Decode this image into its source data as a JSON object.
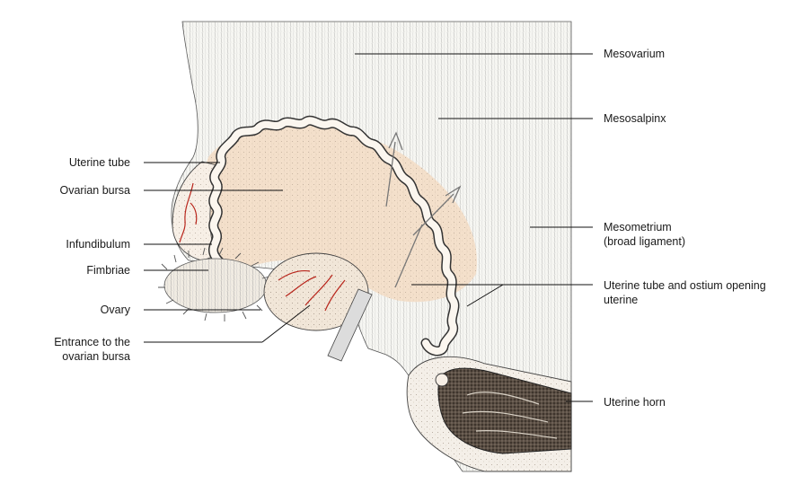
{
  "labels": {
    "mesovarium": "Mesovarium",
    "mesosalpinx": "Mesosalpinx",
    "mesometrium_1": "Mesometrium",
    "mesometrium_2": "(broad ligament)",
    "uterine_tube_ostium_1": "Uterine tube and ostium opening",
    "uterine_tube_ostium_2": "uterine",
    "uterine_horn": "Uterine horn",
    "uterine_tube": "Uterine tube",
    "ovarian_bursa": "Ovarian bursa",
    "infundibulum": "Infundibulum",
    "fimbriae": "Fimbriae",
    "ovary": "Ovary",
    "entrance_1": "Entrance to the",
    "entrance_2": "ovarian bursa"
  },
  "colors": {
    "tissue_fill": "#f7efe6",
    "bursa_tint": "#f3dcc4",
    "line": "#222222",
    "vessel": "#b8261c",
    "hatching": "#6b6b6b"
  }
}
